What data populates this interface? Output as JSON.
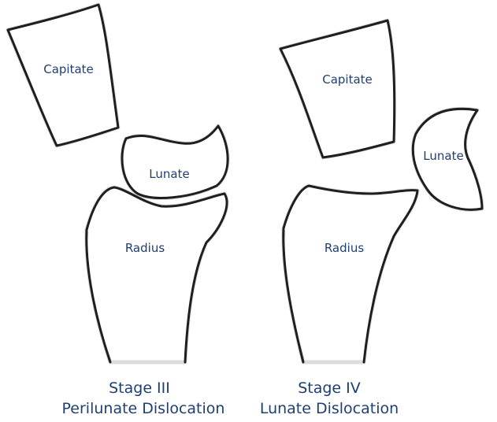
{
  "colors": {
    "outline": "#1f1f1f",
    "label": "#1f3f73",
    "background": "#ffffff"
  },
  "panels": [
    {
      "bones": {
        "capitate": "Capitate",
        "lunate": "Lunate",
        "radius": "Radius"
      },
      "caption": {
        "line1": "Stage III",
        "line2": "Perilunate Dislocation"
      }
    },
    {
      "bones": {
        "capitate": "Capitate",
        "lunate": "Lunate",
        "radius": "Radius"
      },
      "caption": {
        "line1": "Stage IV",
        "line2": "Lunate Dislocation"
      }
    }
  ]
}
